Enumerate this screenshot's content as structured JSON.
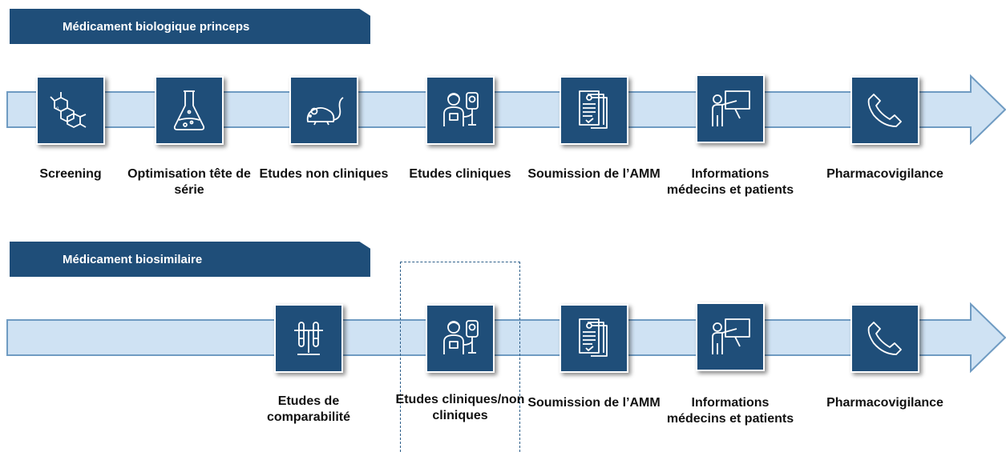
{
  "top": {
    "banner": "Médicament biologique princeps",
    "steps": [
      {
        "icon": "molecule-icon",
        "label": "Screening"
      },
      {
        "icon": "flask-icon",
        "label": "Optimisation tête de série"
      },
      {
        "icon": "mouse-icon",
        "label": "Etudes non cliniques"
      },
      {
        "icon": "clinician-icon",
        "label": "Etudes cliniques"
      },
      {
        "icon": "documents-icon",
        "label": "Soumission de l’AMM"
      },
      {
        "icon": "presenter-icon",
        "label": "Informations médecins et patients"
      },
      {
        "icon": "phone-icon",
        "label": "Pharmacovigilance"
      }
    ]
  },
  "bottom": {
    "banner": "Médicament biosimilaire",
    "steps": [
      {
        "icon": "test-tubes-icon",
        "label": "Etudes de comparabilité"
      },
      {
        "icon": "clinician-icon",
        "label": "Etudes cliniques/non cliniques"
      },
      {
        "icon": "documents-icon",
        "label": "Soumission de l’AMM"
      },
      {
        "icon": "presenter-icon",
        "label": "Informations médecins et patients"
      },
      {
        "icon": "phone-icon",
        "label": "Pharmacovigilance"
      }
    ]
  },
  "colors": {
    "box": "#1f4e79",
    "arrow_fill": "#cfe2f3",
    "arrow_stroke": "#6f9bc2",
    "dashed": "#2e5f8a"
  }
}
